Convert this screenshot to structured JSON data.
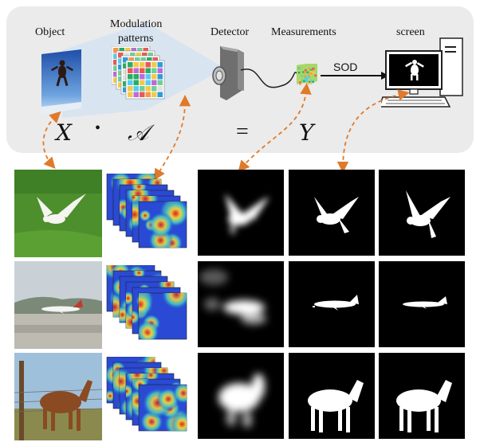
{
  "pipeline": {
    "labels": {
      "object": "Object",
      "modulation_line1": "Modulation",
      "modulation_line2": "patterns",
      "detector": "Detector",
      "measurements": "Measurements",
      "screen": "screen",
      "sod": "SOD"
    },
    "equation": {
      "x": "X",
      "dot": "•",
      "a": "𝒜",
      "equals": "=",
      "y": "Y"
    }
  },
  "colors": {
    "panel_bg": "#ebebeb",
    "arrow_orange": "#e07a2a",
    "heat_low": "#1e3cc8",
    "heat_high": "#e02020",
    "mask_white": "#ffffff",
    "mask_black": "#000000"
  },
  "rows": [
    {
      "scene": "bird on grass",
      "subject": "bird"
    },
    {
      "scene": "airplane on runway",
      "subject": "airplane"
    },
    {
      "scene": "horse by fence",
      "subject": "horse"
    }
  ]
}
